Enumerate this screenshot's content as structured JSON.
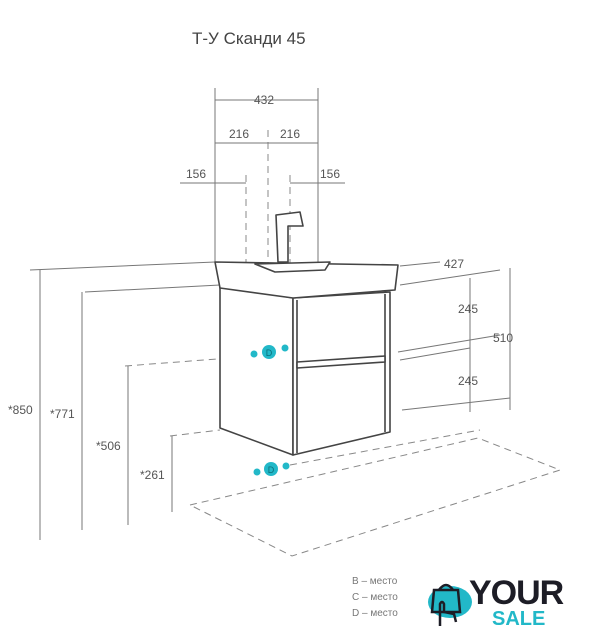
{
  "title": "Т-У Сканди 45",
  "dimensions": {
    "width_total": "432",
    "half_left": "216",
    "half_right": "216",
    "offset_left": "156",
    "offset_right": "156",
    "depth": "427",
    "drawer_top": "245",
    "drawer_bottom": "245",
    "height_cabinet": "510",
    "h_850": "*850",
    "h_771": "*771",
    "h_506": "*506",
    "h_261": "*261"
  },
  "markers": {
    "upper": "D",
    "lower": "D"
  },
  "legend": [
    "B – место",
    "C – место",
    "D – место"
  ],
  "logo": {
    "line1": "YOUR",
    "line2": "SALE"
  },
  "colors": {
    "accent": "#22b8c8",
    "dark": "#1d1d26"
  }
}
